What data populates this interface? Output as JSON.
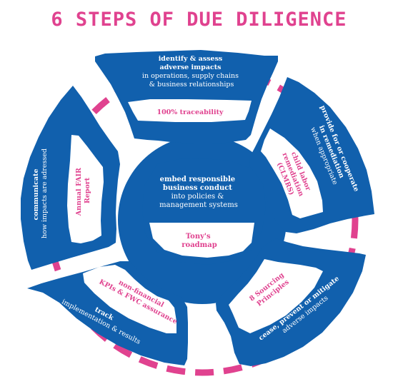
{
  "title": "6 STEPS OF DUE DILIGENCE",
  "colors": {
    "blue": "#1160ad",
    "pink": "#e0428f",
    "white": "#ffffff"
  },
  "center": {
    "lines": [
      "embed responsible",
      "business conduct",
      "into policies &",
      "management systems"
    ],
    "sub": [
      "Tony's",
      "roadmap"
    ]
  },
  "steps": [
    {
      "id": "identify",
      "lines": [
        "identify & assess",
        "adverse impacts",
        "in operations, supply chains",
        "& business relationships"
      ],
      "sub": [
        "100% traceability"
      ]
    },
    {
      "id": "remediation",
      "lines": [
        "provide for or cooperate",
        "in remediation",
        "when appropriate"
      ],
      "sub": [
        "child labor",
        "remediation",
        "(CLMRS)"
      ]
    },
    {
      "id": "cease",
      "lines": [
        "cease, prevent or mitigate",
        "adverse impacts"
      ],
      "sub": [
        "8 Sourcing",
        "Principles"
      ]
    },
    {
      "id": "track",
      "lines": [
        "track",
        "implementation & results"
      ],
      "sub": [
        "non-financial",
        "KPIs & FWC assurance"
      ]
    },
    {
      "id": "communicate",
      "lines": [
        "communicate",
        "how impacts are adressed"
      ],
      "sub": [
        "Annual FAIR",
        "Report"
      ]
    }
  ]
}
